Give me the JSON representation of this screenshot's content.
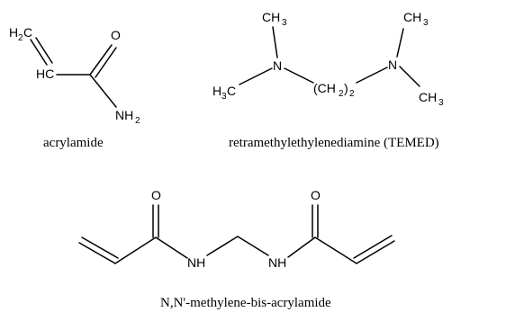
{
  "molecules": {
    "acrylamide": {
      "caption": "acrylamide",
      "atoms": {
        "h2": "H",
        "h2_sub": "2",
        "h2_c": "C",
        "hc": "HC",
        "o": "O",
        "nh": "NH",
        "nh_sub": "2"
      }
    },
    "temed": {
      "caption": "retramethylethylenediamine (TEMED)",
      "atoms": {
        "ch3_top_left": "CH",
        "ch3_top_left_sub": "3",
        "ch3_top_right": "CH",
        "ch3_top_right_sub": "3",
        "h3c": "H",
        "h3c_sub": "3",
        "h3c_c": "C",
        "n_left": "N",
        "n_right": "N",
        "chain_open": "(CH",
        "chain_sub": "2",
        "chain_close": ")",
        "chain_sub_outer": "2",
        "ch3_bottom_right": "CH",
        "ch3_bottom_right_sub": "3"
      }
    },
    "bis": {
      "caption": "N,N'-methylene-bis-acrylamide",
      "atoms": {
        "o_left": "O",
        "o_right": "O",
        "nh_left": "NH",
        "nh_right": "NH"
      }
    }
  }
}
